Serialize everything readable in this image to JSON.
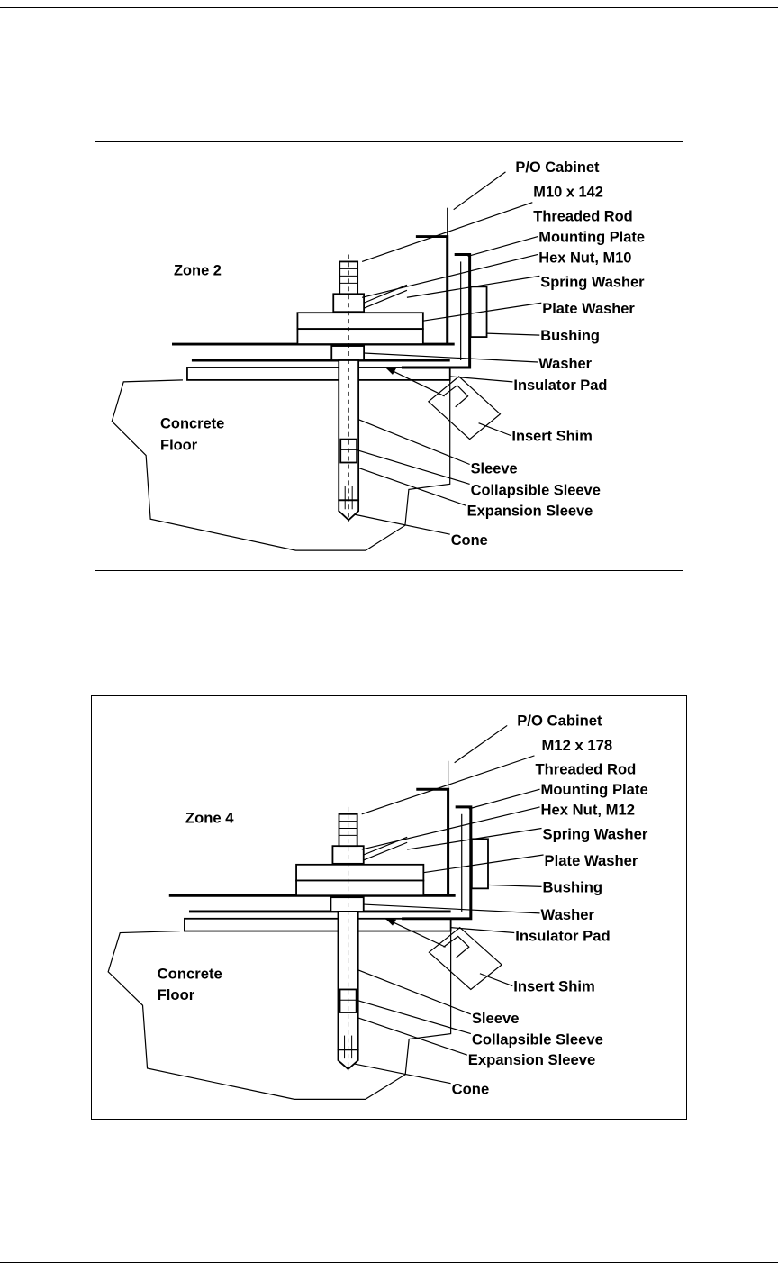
{
  "figures": [
    {
      "zone": "Zone 2",
      "floor_line1": "Concrete",
      "floor_line2": "Floor",
      "labels": {
        "cabinet": "P/O Cabinet",
        "rod_size": "M10 x 142",
        "rod": "Threaded Rod",
        "mounting_plate": "Mounting Plate",
        "hex_nut": "Hex Nut, M10",
        "spring_washer": "Spring Washer",
        "plate_washer": "Plate Washer",
        "bushing": "Bushing",
        "washer": "Washer",
        "insulator_pad": "Insulator Pad",
        "insert_shim": "Insert Shim",
        "sleeve": "Sleeve",
        "collapsible_sleeve": "Collapsible Sleeve",
        "expansion_sleeve": "Expansion Sleeve",
        "cone": "Cone"
      }
    },
    {
      "zone": "Zone 4",
      "floor_line1": "Concrete",
      "floor_line2": "Floor",
      "labels": {
        "cabinet": "P/O Cabinet",
        "rod_size": "M12 x 178",
        "rod": "Threaded Rod",
        "mounting_plate": "Mounting Plate",
        "hex_nut": "Hex Nut,  M12",
        "spring_washer": "Spring Washer",
        "plate_washer": "Plate Washer",
        "bushing": "Bushing",
        "washer": "Washer",
        "insulator_pad": "Insulator Pad",
        "insert_shim": "Insert Shim",
        "sleeve": "Sleeve",
        "collapsible_sleeve": "Collapsible Sleeve",
        "expansion_sleeve": "Expansion Sleeve",
        "cone": "Cone"
      }
    }
  ]
}
